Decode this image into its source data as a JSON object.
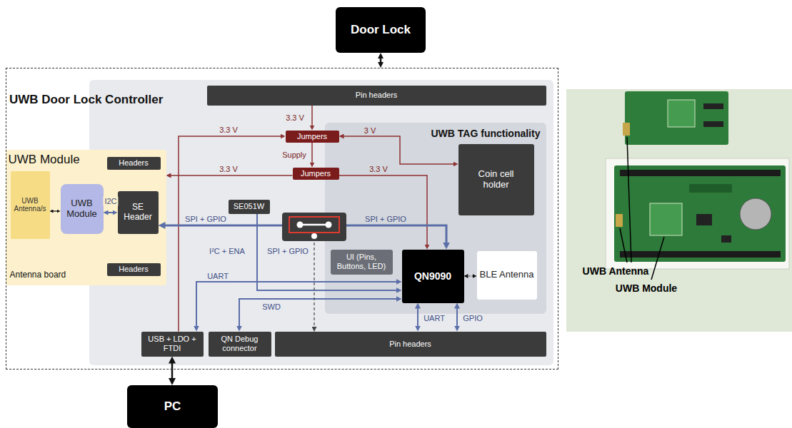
{
  "diagram": {
    "nodes": [
      {
        "text": [
          "Door Lock"
        ]
      },
      {
        "text": [
          "UWB Door Lock Controller"
        ]
      },
      {
        "text": [
          "Pin headers"
        ],
        "in": 1
      },
      {
        "text": [
          "Jumpers"
        ],
        "in": 1
      },
      {
        "text": [
          "UWB TAG functionality"
        ],
        "in": 1
      },
      {
        "text": [
          "Coin cell holder"
        ],
        "in": 4
      },
      {
        "text": [
          "UWB Module",
          "Antenna board"
        ],
        "in": 1
      },
      {
        "text": [
          "Headers"
        ],
        "in": 6
      },
      {
        "text": [
          "UWB Antenna/s"
        ],
        "in": 6
      },
      {
        "text": [
          "UWB Module"
        ],
        "in": 6
      },
      {
        "text": [
          "SE Header"
        ],
        "in": 6
      },
      {
        "text": [
          "Headers"
        ],
        "in": 6
      },
      {
        "text": [
          "Jumpers"
        ],
        "in": 1
      },
      {
        "text": [
          "SE051W"
        ],
        "in": 1
      },
      {
        "text": [
          "UI (Pins, Buttons, LED)"
        ],
        "in": 4
      },
      {
        "text": [
          "QN9090"
        ],
        "in": 4
      },
      {
        "text": [
          "BLE Antenna"
        ],
        "in": 4
      },
      {
        "text": [
          "USB + LDO + FTDI"
        ],
        "in": 1
      },
      {
        "text": [
          "QN Debug connector"
        ],
        "in": 1
      },
      {
        "text": [
          "Pin headers"
        ],
        "in": 1
      },
      {
        "text": [
          "PC"
        ]
      }
    ],
    "edges": [
      {
        "from": 0,
        "to": 1,
        "arrow": "both"
      },
      {
        "from": 20,
        "to": 17,
        "arrow": "both"
      },
      {
        "from": 2,
        "to": 3,
        "arrow": "to",
        "label": "3.3 V"
      },
      {
        "from": 17,
        "to": 3,
        "arrow": "to",
        "label": "3.3 V"
      },
      {
        "from": 3,
        "to": 5,
        "arrow": "both",
        "label": "3 V"
      },
      {
        "from": 3,
        "to": 12,
        "arrow": "to",
        "label": "Supply"
      },
      {
        "from": 12,
        "to": 6,
        "arrow": "to",
        "label": "3.3 V"
      },
      {
        "from": 12,
        "to": 15,
        "arrow": "to",
        "label": "3.3 V"
      },
      {
        "from": 10,
        "to": 15,
        "arrow": "both",
        "label": "SPI + GPIO"
      },
      {
        "from": 13,
        "to": 15,
        "arrow": "to",
        "label": "I²C + ENA"
      },
      {
        "from": 17,
        "to": 15,
        "arrow": "both",
        "label": "UART"
      },
      {
        "from": 18,
        "to": 15,
        "arrow": "both",
        "label": "SWD"
      },
      {
        "from": 15,
        "to": 19,
        "arrow": "both",
        "label": "UART"
      },
      {
        "from": 15,
        "to": 19,
        "arrow": "both",
        "label": "GPIO"
      },
      {
        "from": 15,
        "to": 16,
        "arrow": "both"
      },
      {
        "from": 9,
        "to": 8,
        "arrow": "both"
      },
      {
        "from": 9,
        "to": 10,
        "arrow": "both",
        "label": "I2C"
      }
    ],
    "labels": [
      "SPI + GPIO",
      "SPI + GPIO",
      "UWB Antenna",
      "UWB Module"
    ]
  }
}
